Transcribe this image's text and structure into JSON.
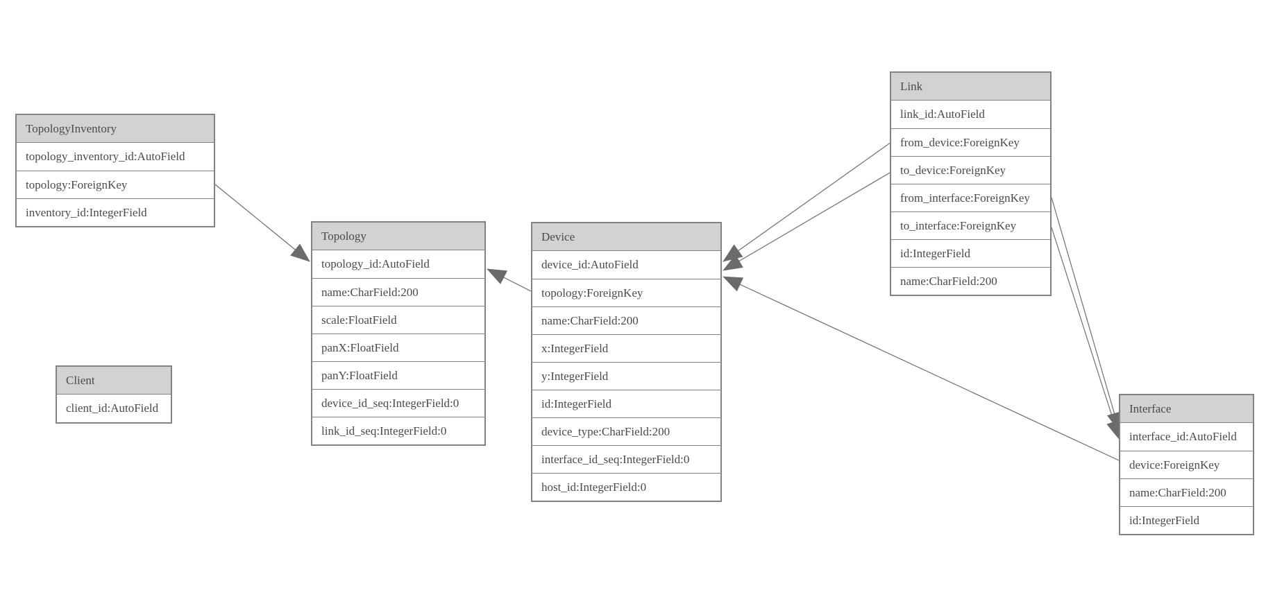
{
  "diagram": {
    "type": "entity-relationship-schema",
    "entities": [
      {
        "name": "TopologyInventory",
        "fields": [
          "topology_inventory_id:AutoField",
          "topology:ForeignKey",
          "inventory_id:IntegerField"
        ]
      },
      {
        "name": "Topology",
        "fields": [
          "topology_id:AutoField",
          "name:CharField:200",
          "scale:FloatField",
          "panX:FloatField",
          "panY:FloatField",
          "device_id_seq:IntegerField:0",
          "link_id_seq:IntegerField:0"
        ]
      },
      {
        "name": "Client",
        "fields": [
          "client_id:AutoField"
        ]
      },
      {
        "name": "Device",
        "fields": [
          "device_id:AutoField",
          "topology:ForeignKey",
          "name:CharField:200",
          "x:IntegerField",
          "y:IntegerField",
          "id:IntegerField",
          "device_type:CharField:200",
          "interface_id_seq:IntegerField:0",
          "host_id:IntegerField:0"
        ]
      },
      {
        "name": "Link",
        "fields": [
          "link_id:AutoField",
          "from_device:ForeignKey",
          "to_device:ForeignKey",
          "from_interface:ForeignKey",
          "to_interface:ForeignKey",
          "id:IntegerField",
          "name:CharField:200"
        ]
      },
      {
        "name": "Interface",
        "fields": [
          "interface_id:AutoField",
          "device:ForeignKey",
          "name:CharField:200",
          "id:IntegerField"
        ]
      }
    ],
    "relationships": [
      {
        "from": "TopologyInventory.topology",
        "to": "Topology",
        "arrow_at": "Topology"
      },
      {
        "from": "Device.topology",
        "to": "Topology",
        "arrow_at": "Topology"
      },
      {
        "from": "Link.from_device",
        "to": "Device",
        "arrow_at": "Device"
      },
      {
        "from": "Link.to_device",
        "to": "Device",
        "arrow_at": "Device"
      },
      {
        "from": "Interface.device",
        "to": "Device",
        "arrow_at": "Device"
      },
      {
        "from": "Link.from_interface",
        "to": "Interface",
        "arrow_at": "Interface"
      },
      {
        "from": "Link.to_interface",
        "to": "Interface",
        "arrow_at": "Interface"
      }
    ],
    "colors": {
      "header_fill": "#d2d2d2",
      "border": "#828282",
      "text": "#4a4a4a",
      "line": "#6e6e6e",
      "arrow": "#6b6b6b",
      "bg": "#ffffff"
    }
  }
}
